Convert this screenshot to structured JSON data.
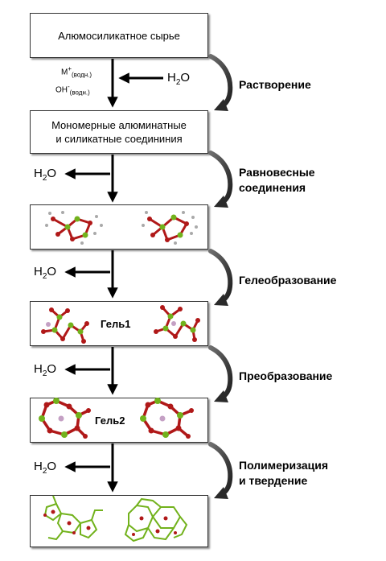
{
  "boxes": {
    "raw": "Алюмосиликатное сырье",
    "monomer_line1": "Мономерные алюминатные",
    "monomer_line2": "и силикатные соедининия",
    "gel1": "Гель1",
    "gel2": "Гель2"
  },
  "ions": {
    "m_base": "M",
    "m_sup": "+",
    "oh_base": "OH",
    "oh_sup": "-",
    "sub": "(водн.)"
  },
  "water": {
    "base": "H",
    "sub": "2",
    "tail": "O"
  },
  "stages": {
    "s1": "Растворение",
    "s2_line1": "Равновесные",
    "s2_line2": "соединения",
    "s3": "Гелеобразование",
    "s4": "Преобразование",
    "s5_line1": "Полимеризация",
    "s5_line2": "и твердение"
  },
  "colors": {
    "red_atom": "#b01818",
    "green_atom": "#72b21c",
    "gray_atom": "#a9a9a9",
    "arrow": "#000000",
    "border": "#333333"
  },
  "icons": [
    "curved-arrow-icon",
    "down-arrow-icon",
    "left-arrow-icon",
    "molecule-cluster-icon"
  ]
}
